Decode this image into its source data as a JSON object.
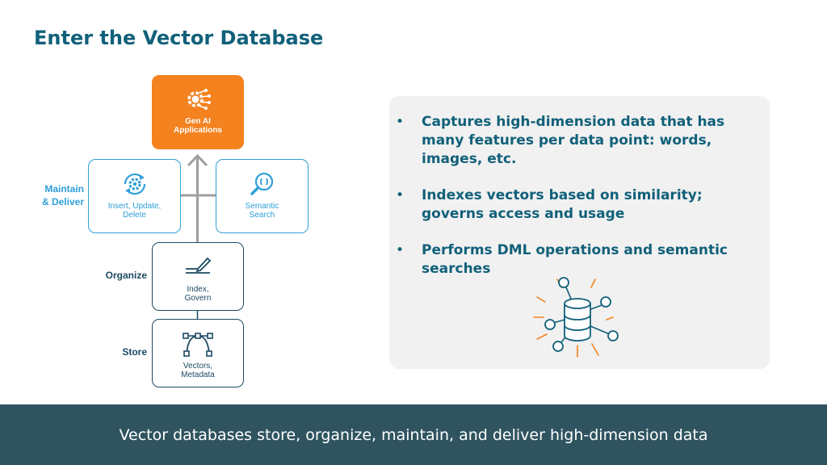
{
  "title": "Enter the Vector Database",
  "diagram": {
    "genai": {
      "label": "Gen AI\nApplications",
      "icon": "gear-network-icon"
    },
    "maintain_label": "Maintain\n& Deliver",
    "insert": {
      "label": "Insert, Update,\nDelete",
      "icon": "gear-refresh-icon"
    },
    "search": {
      "label": "Semantic\nSearch",
      "icon": "magnifier-icon"
    },
    "organize_label": "Organize",
    "index": {
      "label": "Index,\nGovern",
      "icon": "pen-lines-icon"
    },
    "store_label": "Store",
    "vectors": {
      "label": "Vectors,\nMetadata",
      "icon": "vector-path-icon"
    },
    "colors": {
      "orange": "#f3821f",
      "blue": "#2f9fd8",
      "navy": "#1c4a63",
      "arrow": "#9e9e9e"
    }
  },
  "bullets": [
    "Captures high-dimension data that has many features per data point: words, images, etc.",
    "Indexes vectors based on similarity; governs access and usage",
    "Performs DML operations and semantic searches"
  ],
  "bullet_glyph": "•",
  "footer": "Vector databases store, organize, maintain, and deliver high-dimension data",
  "colors": {
    "title": "#11607a",
    "panel": "#f1f1f1",
    "footer_bg": "#2f5460"
  }
}
